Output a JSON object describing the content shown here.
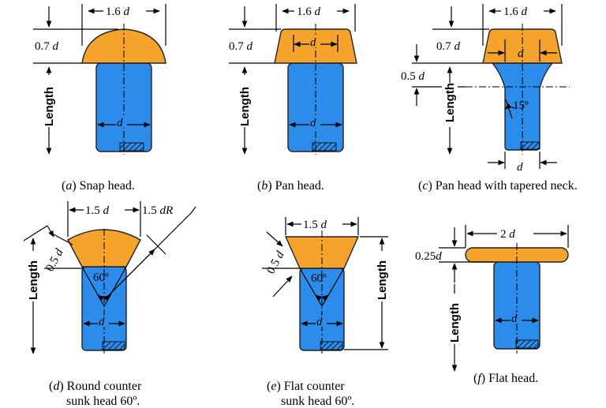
{
  "colors": {
    "head": "#F5A32A",
    "shank": "#2B8CEB",
    "outline": "#222222",
    "hatch": "#000000"
  },
  "panels": [
    {
      "id": "a",
      "head_width": "1.6",
      "head_height": "0.7",
      "shank_dia": "d",
      "length": "Length",
      "caption_letter": "a",
      "caption_text": " Snap head."
    },
    {
      "id": "b",
      "head_width": "1.6",
      "head_height": "0.7",
      "head_inner": "d",
      "shank_dia": "d",
      "length": "Length",
      "caption_letter": "b",
      "caption_text": " Pan head."
    },
    {
      "id": "c",
      "head_width": "1.6",
      "head_height": "0.7",
      "head_inner": "d",
      "neck_height": "0.5",
      "neck_angle": "15º",
      "shank_dia": "d",
      "length": "Length",
      "caption_letter": "c",
      "caption_text": " Pan head with tapered neck."
    },
    {
      "id": "d",
      "head_width": "1.5",
      "head_radius": "1.5",
      "head_height": "0.5",
      "cone_angle": "60º",
      "shank_dia": "d",
      "length": "Length",
      "caption_letter": "d",
      "caption_line1": " Round counter",
      "caption_line2": "sunk head 60º."
    },
    {
      "id": "e",
      "head_width": "1.5",
      "head_height": "0.5",
      "cone_angle": "60º",
      "shank_dia": "d",
      "length": "Length",
      "caption_letter": "e",
      "caption_line1": " Flat counter",
      "caption_line2": "sunk head 60º."
    },
    {
      "id": "f",
      "head_width": "2",
      "head_height": "0.25",
      "shank_dia": "d",
      "length": "Length",
      "caption_letter": "f",
      "caption_text": " Flat head."
    }
  ],
  "symbols": {
    "d": "d",
    "dR": "dR"
  }
}
